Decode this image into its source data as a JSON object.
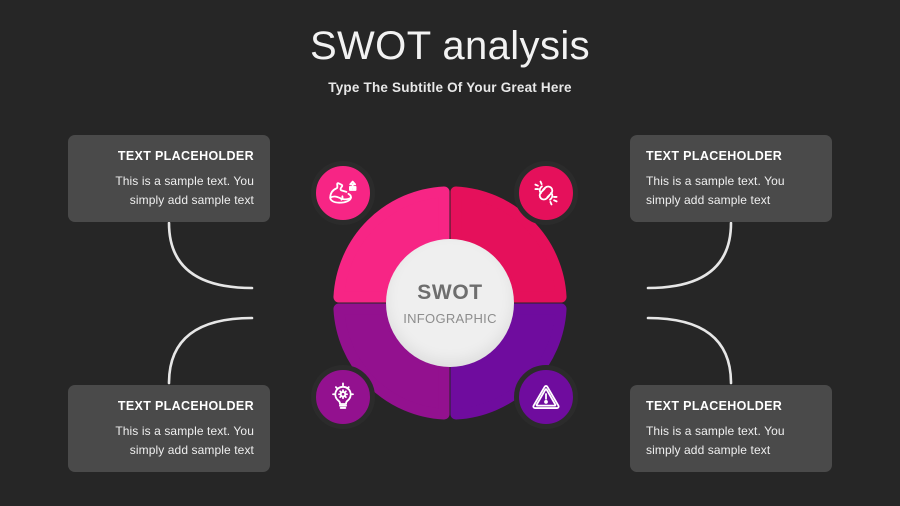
{
  "header": {
    "title": "SWOT analysis",
    "subtitle": "Type The Subtitle Of Your Great Here"
  },
  "hub": {
    "main": "SWOT",
    "sub": "INFOGRAPHIC",
    "fill": "#efefef",
    "ring": "#2b2b2b"
  },
  "background": "#262626",
  "connector_color": "#e6e6e6",
  "quadrants": [
    {
      "key": "strengths",
      "position": "top-left",
      "color": "#F72585",
      "icon": "muscle-flex-icon",
      "box": {
        "heading": "TEXT PLACEHOLDER",
        "line1": "This is a sample text. You",
        "line2": "simply add sample text",
        "align": "right"
      }
    },
    {
      "key": "weaknesses",
      "position": "top-right",
      "color": "#E5105B",
      "icon": "broken-chain-link-icon",
      "box": {
        "heading": "TEXT PLACEHOLDER",
        "line1": "This is a sample text. You",
        "line2": "simply add sample text",
        "align": "left"
      }
    },
    {
      "key": "opportunities",
      "position": "bottom-left",
      "color": "#93118F",
      "icon": "lightbulb-gear-icon",
      "box": {
        "heading": "TEXT PLACEHOLDER",
        "line1": "This is a sample text. You",
        "line2": "simply add sample text",
        "align": "right"
      }
    },
    {
      "key": "threats",
      "position": "bottom-right",
      "color": "#6F0C9E",
      "icon": "warning-triangle-icon",
      "box": {
        "heading": "TEXT PLACEHOLDER",
        "line1": "This is a sample text. You",
        "line2": "simply add sample text",
        "align": "left"
      }
    }
  ]
}
